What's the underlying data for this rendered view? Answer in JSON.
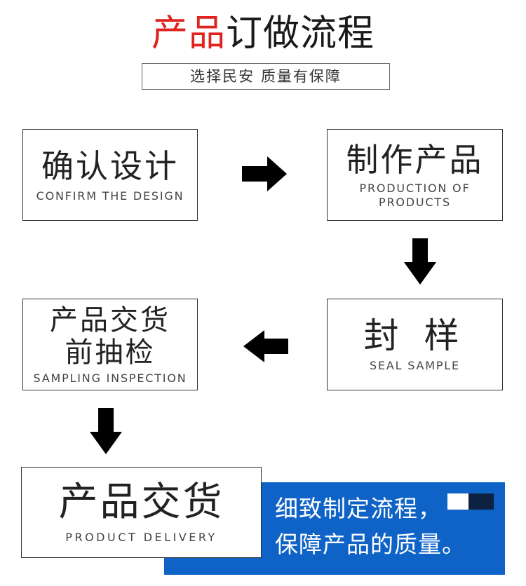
{
  "header": {
    "title_red": "产品",
    "title_dark": "订做流程",
    "subtitle": "选择民安 质量有保障"
  },
  "steps": [
    {
      "cn": "确认设计",
      "en": "CONFIRM THE DESIGN"
    },
    {
      "cn": "制作产品",
      "en_line1": "PRODUCTION OF",
      "en_line2": "PRODUCTS"
    },
    {
      "cn": "封 样",
      "en": "SEAL SAMPLE"
    },
    {
      "cn_line1": "产品交货",
      "cn_line2": "前抽检",
      "en": "SAMPLING INSPECTION"
    },
    {
      "cn": "产品交货",
      "en": "PRODUCT DELIVERY"
    }
  ],
  "slogan": {
    "line1": "细致制定流程，",
    "line2": "保障产品的质量。"
  },
  "colors": {
    "accent_red": "#e0231e",
    "panel_blue": "#0f63c7",
    "navy": "#0d2140",
    "arrow": "#000000"
  },
  "icons": [
    "arrow-right-icon",
    "arrow-down-icon",
    "arrow-left-icon",
    "arrow-down-icon"
  ]
}
